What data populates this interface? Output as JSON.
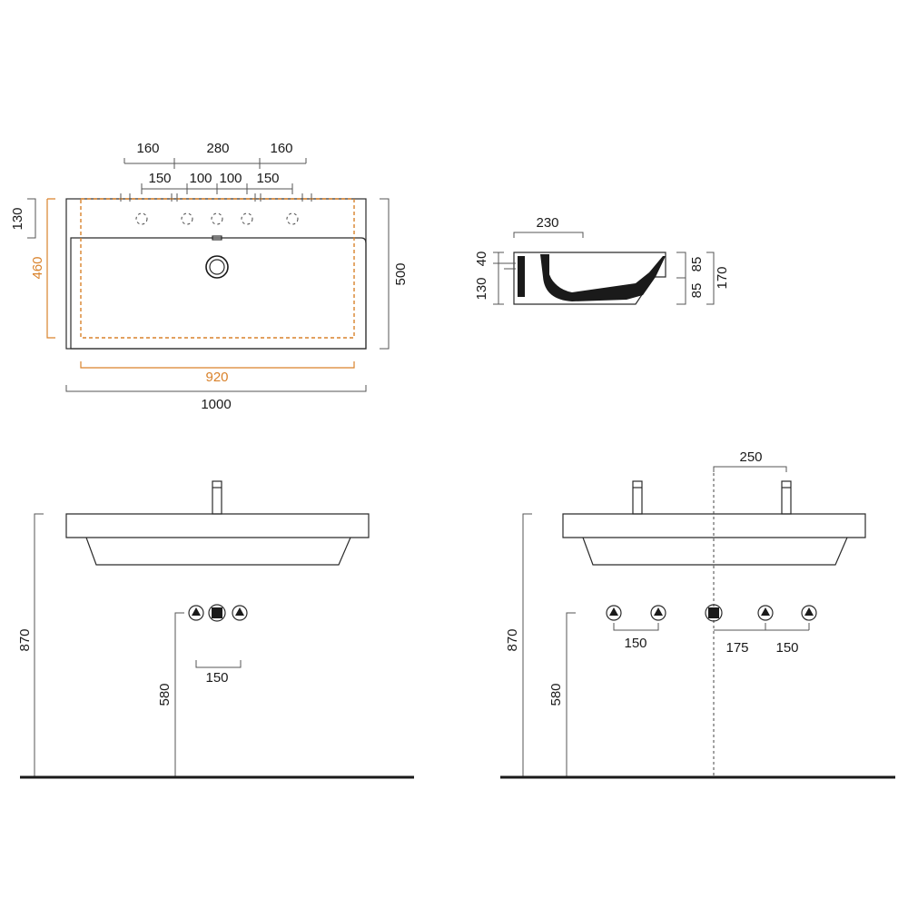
{
  "colors": {
    "line": "#2b2b2b",
    "accent": "#d9822b",
    "background": "#ffffff"
  },
  "top_view": {
    "top_dims": [
      "160",
      "280",
      "160"
    ],
    "hole_dims": [
      "150",
      "100",
      "100",
      "150"
    ],
    "left_dim_small": "130",
    "left_dim_orange": "460",
    "right_dim": "500",
    "bottom_dim_orange": "920",
    "bottom_dim": "1000"
  },
  "section_view": {
    "top_dim": "230",
    "left_dims": [
      "40",
      "130"
    ],
    "right_dims": [
      "85",
      "85"
    ],
    "right_total": "170"
  },
  "front_view_single": {
    "height_total": "870",
    "height_outlet": "580",
    "spacing": "150"
  },
  "front_view_double": {
    "height_total": "870",
    "height_outlet": "580",
    "tap_offset": "250",
    "spacing_left": "150",
    "spacing_mid": "175",
    "spacing_right": "150"
  }
}
